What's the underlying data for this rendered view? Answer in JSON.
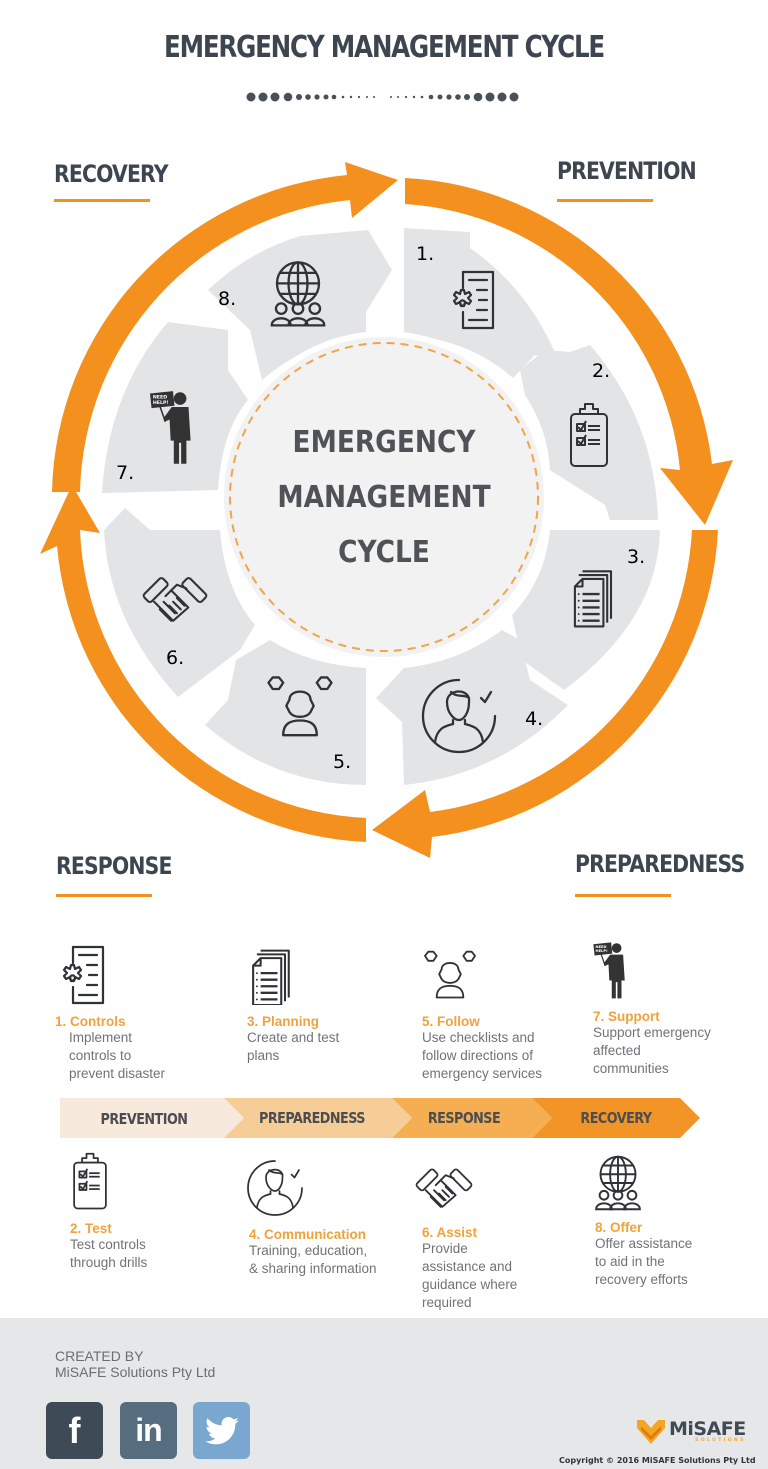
{
  "header": {
    "title": "EMERGENCY MANAGEMENT CYCLE"
  },
  "phases": {
    "recovery": "RECOVERY",
    "prevention": "PREVENTION",
    "response": "RESPONSE",
    "preparedness": "PREPAREDNESS"
  },
  "center": {
    "line1": "EMERGENCY",
    "line2": "MANAGEMENT",
    "line3": "CYCLE"
  },
  "segments": [
    {
      "num": "1.",
      "icon": "gear-document-icon"
    },
    {
      "num": "2.",
      "icon": "clipboard-checklist-icon"
    },
    {
      "num": "3.",
      "icon": "document-stack-icon"
    },
    {
      "num": "4.",
      "icon": "person-check-circle-icon"
    },
    {
      "num": "5.",
      "icon": "people-group-icon"
    },
    {
      "num": "6.",
      "icon": "handshake-icon"
    },
    {
      "num": "7.",
      "icon": "person-need-help-sign-icon"
    },
    {
      "num": "8.",
      "icon": "globe-people-icon"
    }
  ],
  "legend_top": [
    {
      "title": "1. Controls",
      "desc": [
        "Implement",
        "controls to",
        "prevent disaster"
      ],
      "icon": "gear-document-icon"
    },
    {
      "title": "3. Planning",
      "desc": [
        "Create and test",
        "plans"
      ],
      "icon": "document-stack-icon"
    },
    {
      "title": "5. Follow",
      "desc": [
        "Use checklists and",
        "follow directions of",
        "emergency services"
      ],
      "icon": "people-group-icon"
    },
    {
      "title": "7. Support",
      "desc": [
        "Support emergency",
        "affected",
        "communities"
      ],
      "icon": "person-need-help-sign-icon"
    }
  ],
  "legend_bottom": [
    {
      "title": "2. Test",
      "desc": [
        "Test controls",
        "through drills"
      ],
      "icon": "clipboard-checklist-icon"
    },
    {
      "title": "4. Communication",
      "desc": [
        "Training, education,",
        "& sharing information"
      ],
      "icon": "person-check-circle-icon"
    },
    {
      "title": "6. Assist",
      "desc": [
        "Provide",
        "assistance and",
        "guidance where",
        "required"
      ],
      "icon": "handshake-icon"
    },
    {
      "title": "8. Offer",
      "desc": [
        "Offer assistance",
        "to aid in the",
        "recovery efforts"
      ],
      "icon": "globe-people-icon"
    }
  ],
  "timeline": {
    "steps": [
      "PREVENTION",
      "PREPAREDNESS",
      "RESPONSE",
      "RECOVERY"
    ],
    "colors": [
      "#f8e9dd",
      "#f6cd96",
      "#f5ae52",
      "#f39526"
    ]
  },
  "footer": {
    "created_by_label": "CREATED BY",
    "company": "MiSAFE Solutions Pty Ltd",
    "social": [
      {
        "name": "facebook",
        "glyph": "f",
        "color": "#3e4b57"
      },
      {
        "name": "linkedin",
        "glyph": "in",
        "color": "#566d80"
      },
      {
        "name": "twitter",
        "glyph": "bird",
        "color": "#7aa7cf"
      }
    ],
    "logo_text": "MiSAFE",
    "logo_sub": "SOLUTIONS",
    "copyright": "Copyright © 2016 MiSAFE Solutions Pty Ltd"
  },
  "colors": {
    "accent": "#f4911e",
    "text_dark": "#3d4650",
    "segment_grey": "#e3e4e6",
    "center_fill": "#f2f2f3"
  }
}
